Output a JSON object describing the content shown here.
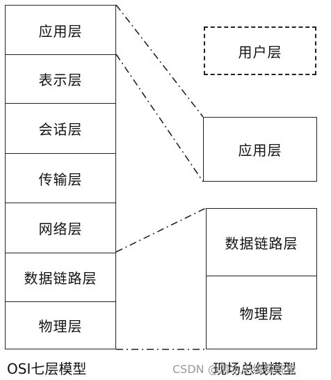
{
  "osi_model": {
    "caption": "OSI七层模型",
    "layers": [
      "应用层",
      "表示层",
      "会话层",
      "传输层",
      "网络层",
      "数据链路层",
      "物理层"
    ]
  },
  "fieldbus_model": {
    "caption": "现场总线模型",
    "user_layer": "用户层",
    "app_layer": "应用层",
    "lower_layers": [
      "数据链路层",
      "物理层"
    ]
  },
  "watermark": "CSDN @清水小编撰洗象"
}
